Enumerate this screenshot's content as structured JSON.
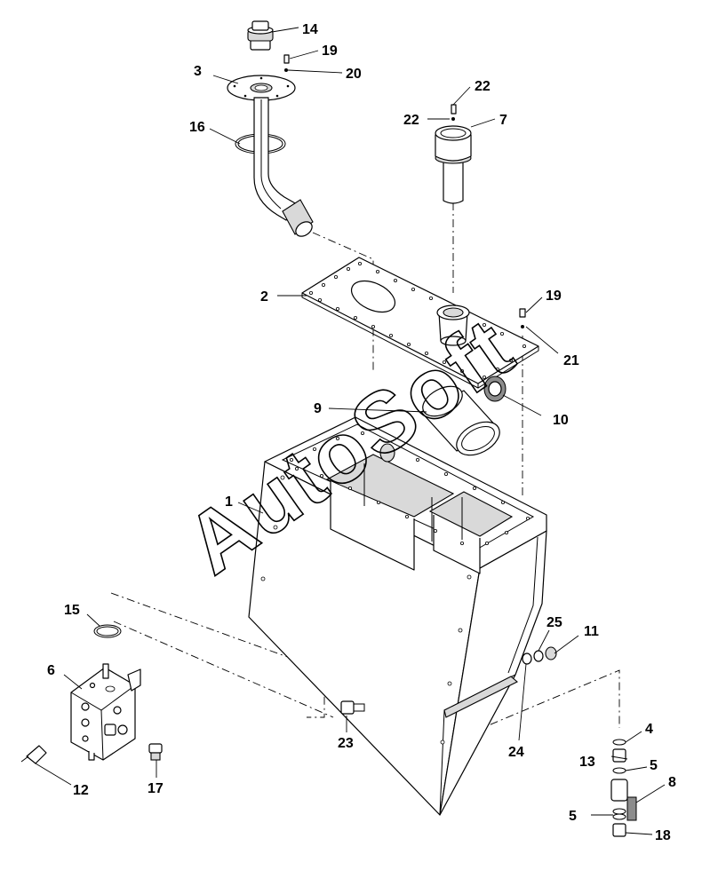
{
  "watermark": "AutoSoft",
  "callouts": [
    {
      "id": "c1",
      "text": "1"
    },
    {
      "id": "c2",
      "text": "2"
    },
    {
      "id": "c3",
      "text": "3"
    },
    {
      "id": "c4",
      "text": "4"
    },
    {
      "id": "c5a",
      "text": "5"
    },
    {
      "id": "c5b",
      "text": "5"
    },
    {
      "id": "c6",
      "text": "6"
    },
    {
      "id": "c7",
      "text": "7"
    },
    {
      "id": "c8",
      "text": "8"
    },
    {
      "id": "c9",
      "text": "9"
    },
    {
      "id": "c10",
      "text": "10"
    },
    {
      "id": "c11",
      "text": "11"
    },
    {
      "id": "c12",
      "text": "12"
    },
    {
      "id": "c13",
      "text": "13"
    },
    {
      "id": "c14",
      "text": "14"
    },
    {
      "id": "c15",
      "text": "15"
    },
    {
      "id": "c16",
      "text": "16"
    },
    {
      "id": "c17",
      "text": "17"
    },
    {
      "id": "c18",
      "text": "18"
    },
    {
      "id": "c19a",
      "text": "19"
    },
    {
      "id": "c19b",
      "text": "19"
    },
    {
      "id": "c20",
      "text": "20"
    },
    {
      "id": "c21",
      "text": "21"
    },
    {
      "id": "c22a",
      "text": "22"
    },
    {
      "id": "c22b",
      "text": "22"
    },
    {
      "id": "c23",
      "text": "23"
    },
    {
      "id": "c24",
      "text": "24"
    },
    {
      "id": "c25",
      "text": "25"
    }
  ]
}
